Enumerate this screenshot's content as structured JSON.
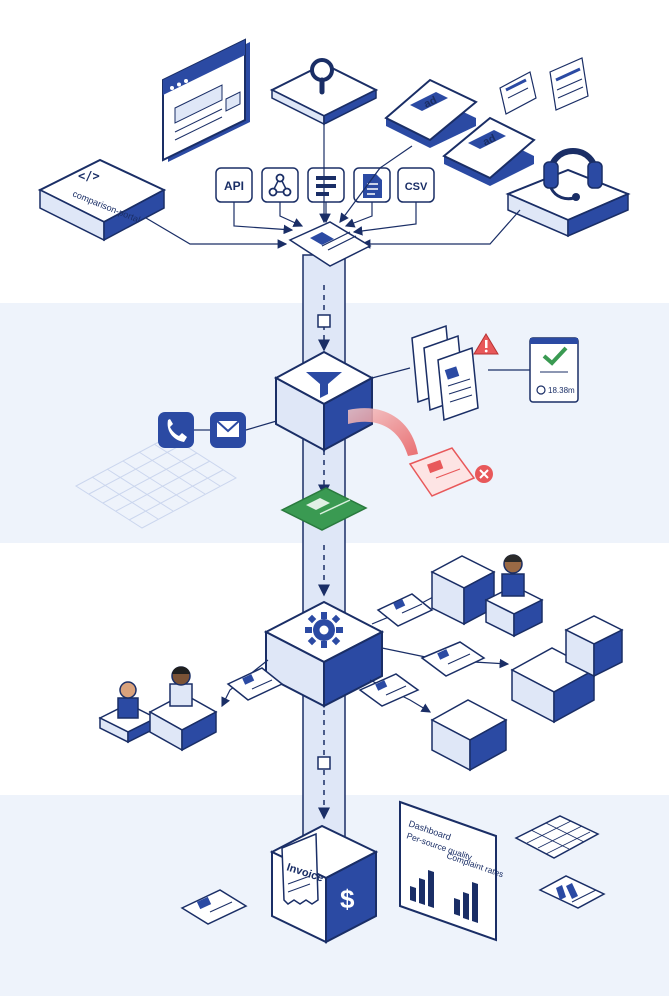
{
  "labels": {
    "portal": "comparison-portal",
    "formats": [
      "API",
      "",
      "",
      "",
      "CSV"
    ],
    "ad": "ad",
    "timer": "18.38m",
    "invoice": "Invoice",
    "dashboard": {
      "title": "Dashboard",
      "left": "Per-source quality",
      "right": "Complaint rates"
    }
  },
  "colors": {
    "navy": "#2b4aa3",
    "ink": "#1a2e66",
    "pale": "#e4ebf9",
    "band": "#eef3fb",
    "reject": "#e8585a",
    "accept": "#3a9a52"
  },
  "icons": {
    "web": "browser-window-icon",
    "search": "magnifier-icon",
    "format": [
      "api-icon",
      "webhook-icon",
      "form-icon",
      "document-icon",
      "csv-icon"
    ],
    "headset": "headset-icon",
    "filter": "funnel-icon",
    "gear": "gear-icon",
    "phone": "phone-icon",
    "mail": "envelope-icon",
    "alert": "warning-icon",
    "check": "checkmark-icon",
    "reject": "x-circle-icon",
    "dollar": "dollar-icon"
  }
}
